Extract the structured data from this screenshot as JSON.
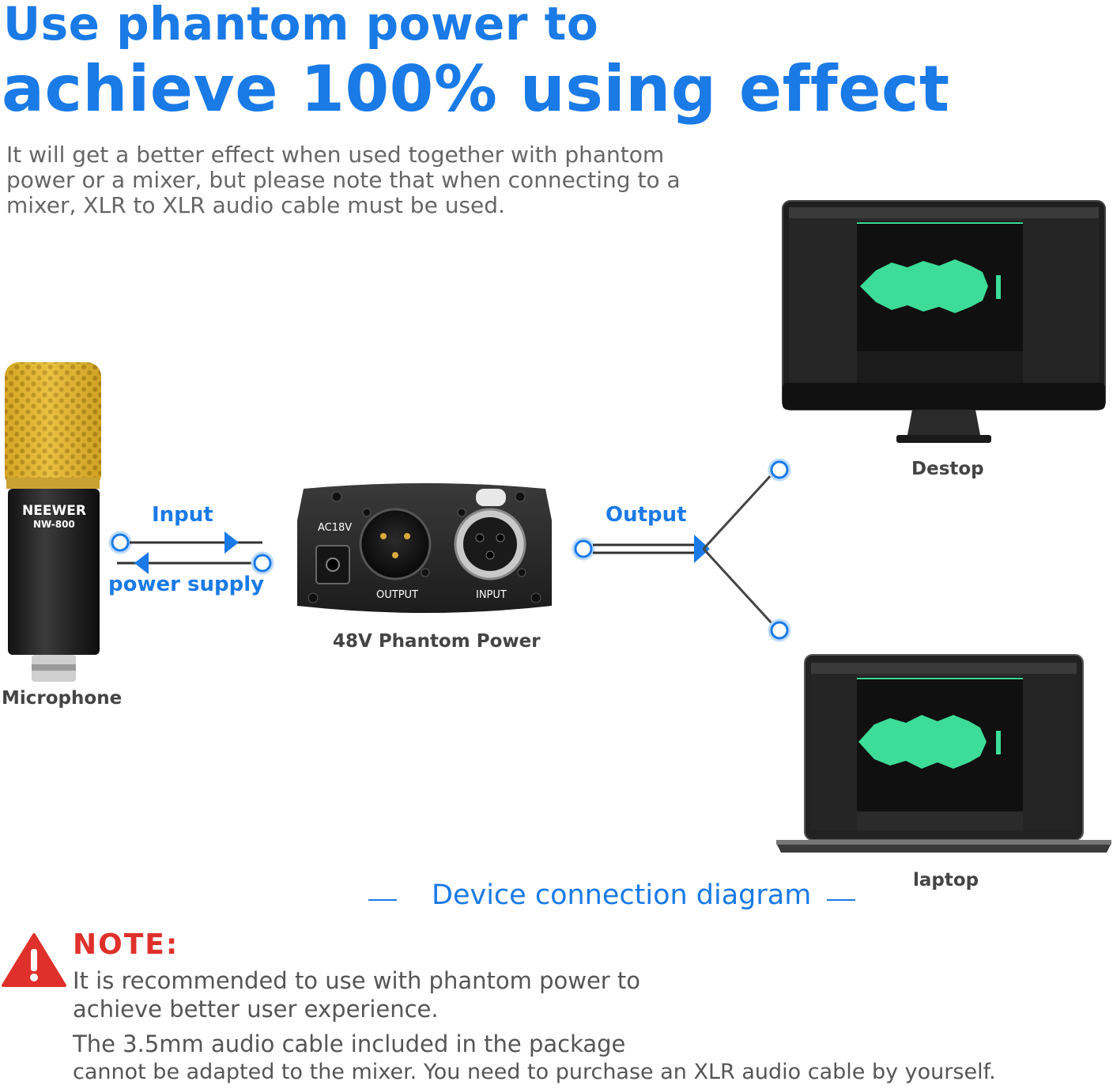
{
  "heading": {
    "line1": "Use phantom power to",
    "line2": "achieve 100% using effect"
  },
  "intro": {
    "line1": "It will get a better effect when used together with phantom",
    "line2": "power or a mixer, but please note that when connecting to a",
    "line3": "mixer, XLR to XLR audio cable must be used."
  },
  "devices": {
    "microphone": {
      "label": "Microphone",
      "brand": "NEEWER",
      "model": "NW-800"
    },
    "phantom_power": {
      "label": "48V Phantom Power",
      "ac_label": "AC18V",
      "output_label": "OUTPUT",
      "input_label": "INPUT"
    },
    "desktop": {
      "label": "Destop"
    },
    "laptop": {
      "label": "laptop"
    }
  },
  "connections": {
    "input_label": "Input",
    "power_supply_label": "power supply",
    "output_label": "Output"
  },
  "caption": "Device connection diagram",
  "note": {
    "title": "NOTE:",
    "line1": "It is recommended to use with phantom power to",
    "line2": "achieve better user experience.",
    "line3": "The 3.5mm audio cable included in the package",
    "line4": "cannot be adapted to the mixer. You need to purchase an XLR audio cable by yourself."
  },
  "colors": {
    "accent_blue": "#1a7ae6",
    "note_red": "#e0302b",
    "waveform_green": "#3ddc98",
    "mic_gold": "#e6b422"
  }
}
